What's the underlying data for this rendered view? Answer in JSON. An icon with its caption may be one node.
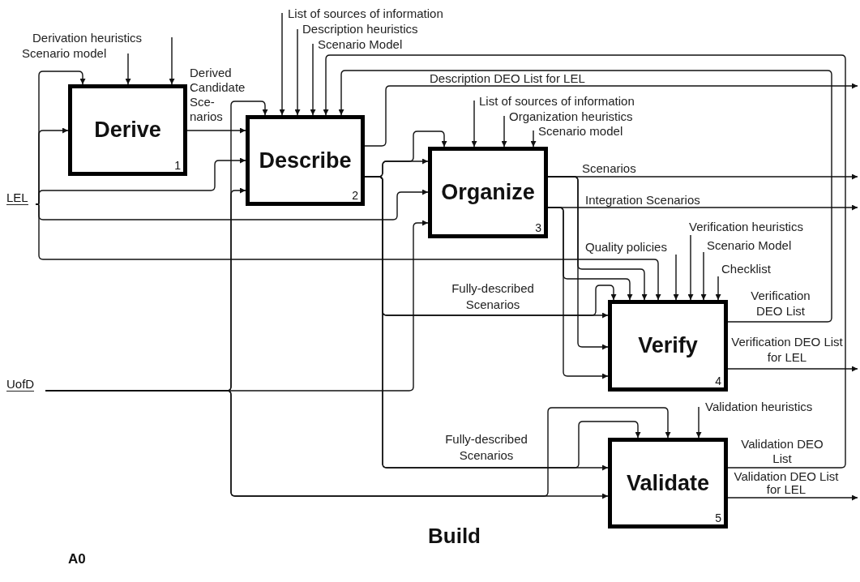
{
  "diagram": {
    "title": "Build",
    "nodes": [
      {
        "text": [
          "Derive",
          "1"
        ]
      },
      {
        "text": [
          "Describe",
          "2"
        ]
      },
      {
        "text": [
          "Organize",
          "3"
        ]
      },
      {
        "text": [
          "Verify",
          "4"
        ]
      },
      {
        "text": [
          "Validate",
          "5"
        ]
      },
      {
        "text": [
          "LEL"
        ]
      },
      {
        "text": [
          "UofD"
        ]
      }
    ],
    "edges": [
      {
        "from": null,
        "to": 0,
        "arrow": "to",
        "label": "Derivation heuristics"
      },
      {
        "from": null,
        "to": 0,
        "arrow": "to",
        "label": "Scenario model"
      },
      {
        "from": 5,
        "to": 0,
        "arrow": "to"
      },
      {
        "from": 5,
        "to": 0,
        "arrow": "to"
      },
      {
        "from": 0,
        "to": 1,
        "arrow": "to",
        "label": "Derived Candidate Sce- narios"
      },
      {
        "from": 5,
        "to": 1,
        "arrow": "to"
      },
      {
        "from": 6,
        "to": 1,
        "arrow": "to"
      },
      {
        "from": 6,
        "to": 1,
        "arrow": "to"
      },
      {
        "from": null,
        "to": 1,
        "arrow": "to",
        "label": "List of sources of information"
      },
      {
        "from": null,
        "to": 1,
        "arrow": "to",
        "label": "Description heuristics"
      },
      {
        "from": null,
        "to": 1,
        "arrow": "to",
        "label": "Scenario Model"
      },
      {
        "from": 4,
        "to": 1,
        "arrow": "to",
        "label": "Validation DEO List"
      },
      {
        "from": 3,
        "to": 1,
        "arrow": "to",
        "label": "Verification DEO List"
      },
      {
        "from": 1,
        "to": null,
        "arrow": "to",
        "label": "Description DEO List for LEL"
      },
      {
        "from": 1,
        "to": 2,
        "arrow": "to"
      },
      {
        "from": 1,
        "to": 2,
        "arrow": "to"
      },
      {
        "from": 5,
        "to": 2,
        "arrow": "to"
      },
      {
        "from": 6,
        "to": 2,
        "arrow": "to"
      },
      {
        "from": null,
        "to": 2,
        "arrow": "to",
        "label": "List of sources of information"
      },
      {
        "from": null,
        "to": 2,
        "arrow": "to",
        "label": "Organization heuristics"
      },
      {
        "from": null,
        "to": 2,
        "arrow": "to",
        "label": "Scenario model"
      },
      {
        "from": 2,
        "to": null,
        "arrow": "to",
        "label": "Scenarios"
      },
      {
        "from": 2,
        "to": null,
        "arrow": "to",
        "label": "Integration Scenarios"
      },
      {
        "from": 1,
        "to": 3,
        "arrow": "to",
        "label": "Fully-described Scenarios"
      },
      {
        "from": 1,
        "to": 3,
        "arrow": "to"
      },
      {
        "from": 2,
        "to": 3,
        "arrow": "to"
      },
      {
        "from": 2,
        "to": 3,
        "arrow": "to"
      },
      {
        "from": 2,
        "to": 3,
        "arrow": "to"
      },
      {
        "from": 2,
        "to": 3,
        "arrow": "to"
      },
      {
        "from": 5,
        "to": 3,
        "arrow": "to"
      },
      {
        "from": null,
        "to": 3,
        "arrow": "to",
        "label": "Quality policies"
      },
      {
        "from": null,
        "to": 3,
        "arrow": "to",
        "label": "Verification heuristics"
      },
      {
        "from": null,
        "to": 3,
        "arrow": "to",
        "label": "Scenario Model"
      },
      {
        "from": null,
        "to": 3,
        "arrow": "to",
        "label": "Checklist"
      },
      {
        "from": 3,
        "to": null,
        "arrow": "to",
        "label": "Verification DEO List for LEL"
      },
      {
        "from": 1,
        "to": 4,
        "arrow": "to",
        "label": "Fully-described Scenarios"
      },
      {
        "from": 1,
        "to": 4,
        "arrow": "to"
      },
      {
        "from": 6,
        "to": 4,
        "arrow": "to"
      },
      {
        "from": 6,
        "to": 4,
        "arrow": "to"
      },
      {
        "from": null,
        "to": 4,
        "arrow": "to",
        "label": "Validation heuristics"
      },
      {
        "from": 4,
        "to": null,
        "arrow": "to",
        "label": "Validation DEO List for LEL"
      }
    ],
    "labels": [
      "A0"
    ]
  }
}
